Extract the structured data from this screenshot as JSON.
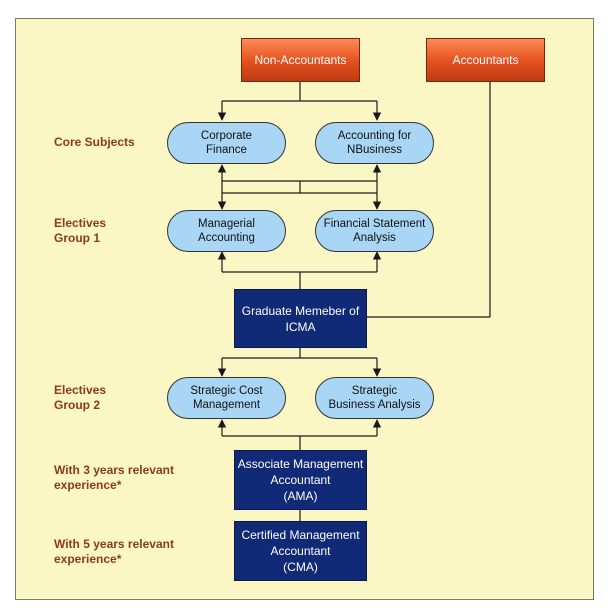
{
  "top_boxes": {
    "non_accountants": "Non-Accountants",
    "accountants": "Accountants"
  },
  "sections": {
    "core_subjects": [
      "Core Subjects"
    ],
    "electives_1": [
      "Electives",
      "Group 1"
    ],
    "electives_2": [
      "Electives",
      "Group 2"
    ],
    "exp_3": [
      "With 3 years relevant",
      "experience*"
    ],
    "exp_5": [
      "With 5 years relevant",
      "experience*"
    ]
  },
  "subjects": {
    "corporate_finance": [
      "Corporate",
      "Finance"
    ],
    "accounting_business": [
      "Accounting for",
      "NBusiness"
    ],
    "managerial_accounting": [
      "Managerial",
      "Accounting"
    ],
    "financial_statement": [
      "Financial  Statement",
      "Analysis"
    ],
    "strategic_cost": [
      "Strategic Cost",
      "Management"
    ],
    "strategic_business": [
      "Strategic",
      "Business Analysis"
    ]
  },
  "credentials": {
    "graduate": [
      "Graduate Memeber of",
      "ICMA"
    ],
    "ama": [
      "Associate Management",
      "Accountant",
      "(AMA)"
    ],
    "cma": [
      "Certified Management",
      "Accountant",
      "(CMA)"
    ]
  },
  "colors": {
    "background": "#fbf7c5",
    "orange": "#e2501e",
    "pill": "#a9d6f4",
    "navy": "#102a78",
    "label": "#8b3a1a"
  }
}
